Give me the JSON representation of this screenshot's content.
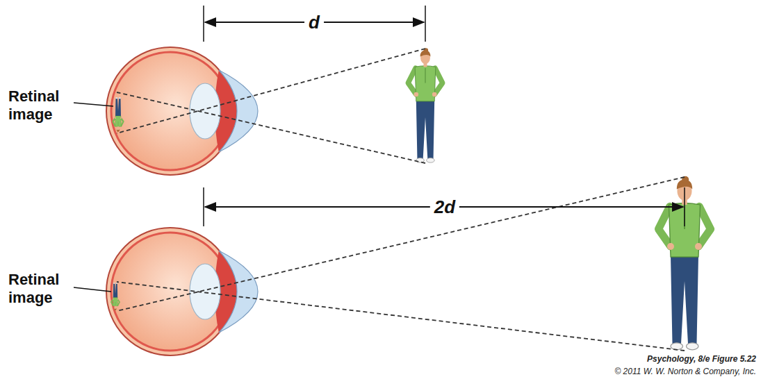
{
  "diagram": {
    "labels": [
      "d",
      "Retinal image",
      "2d",
      "Retinal image",
      "Psychology, 8/e Figure 5.22",
      "© 2011 W. W. Norton & Company, Inc."
    ]
  }
}
